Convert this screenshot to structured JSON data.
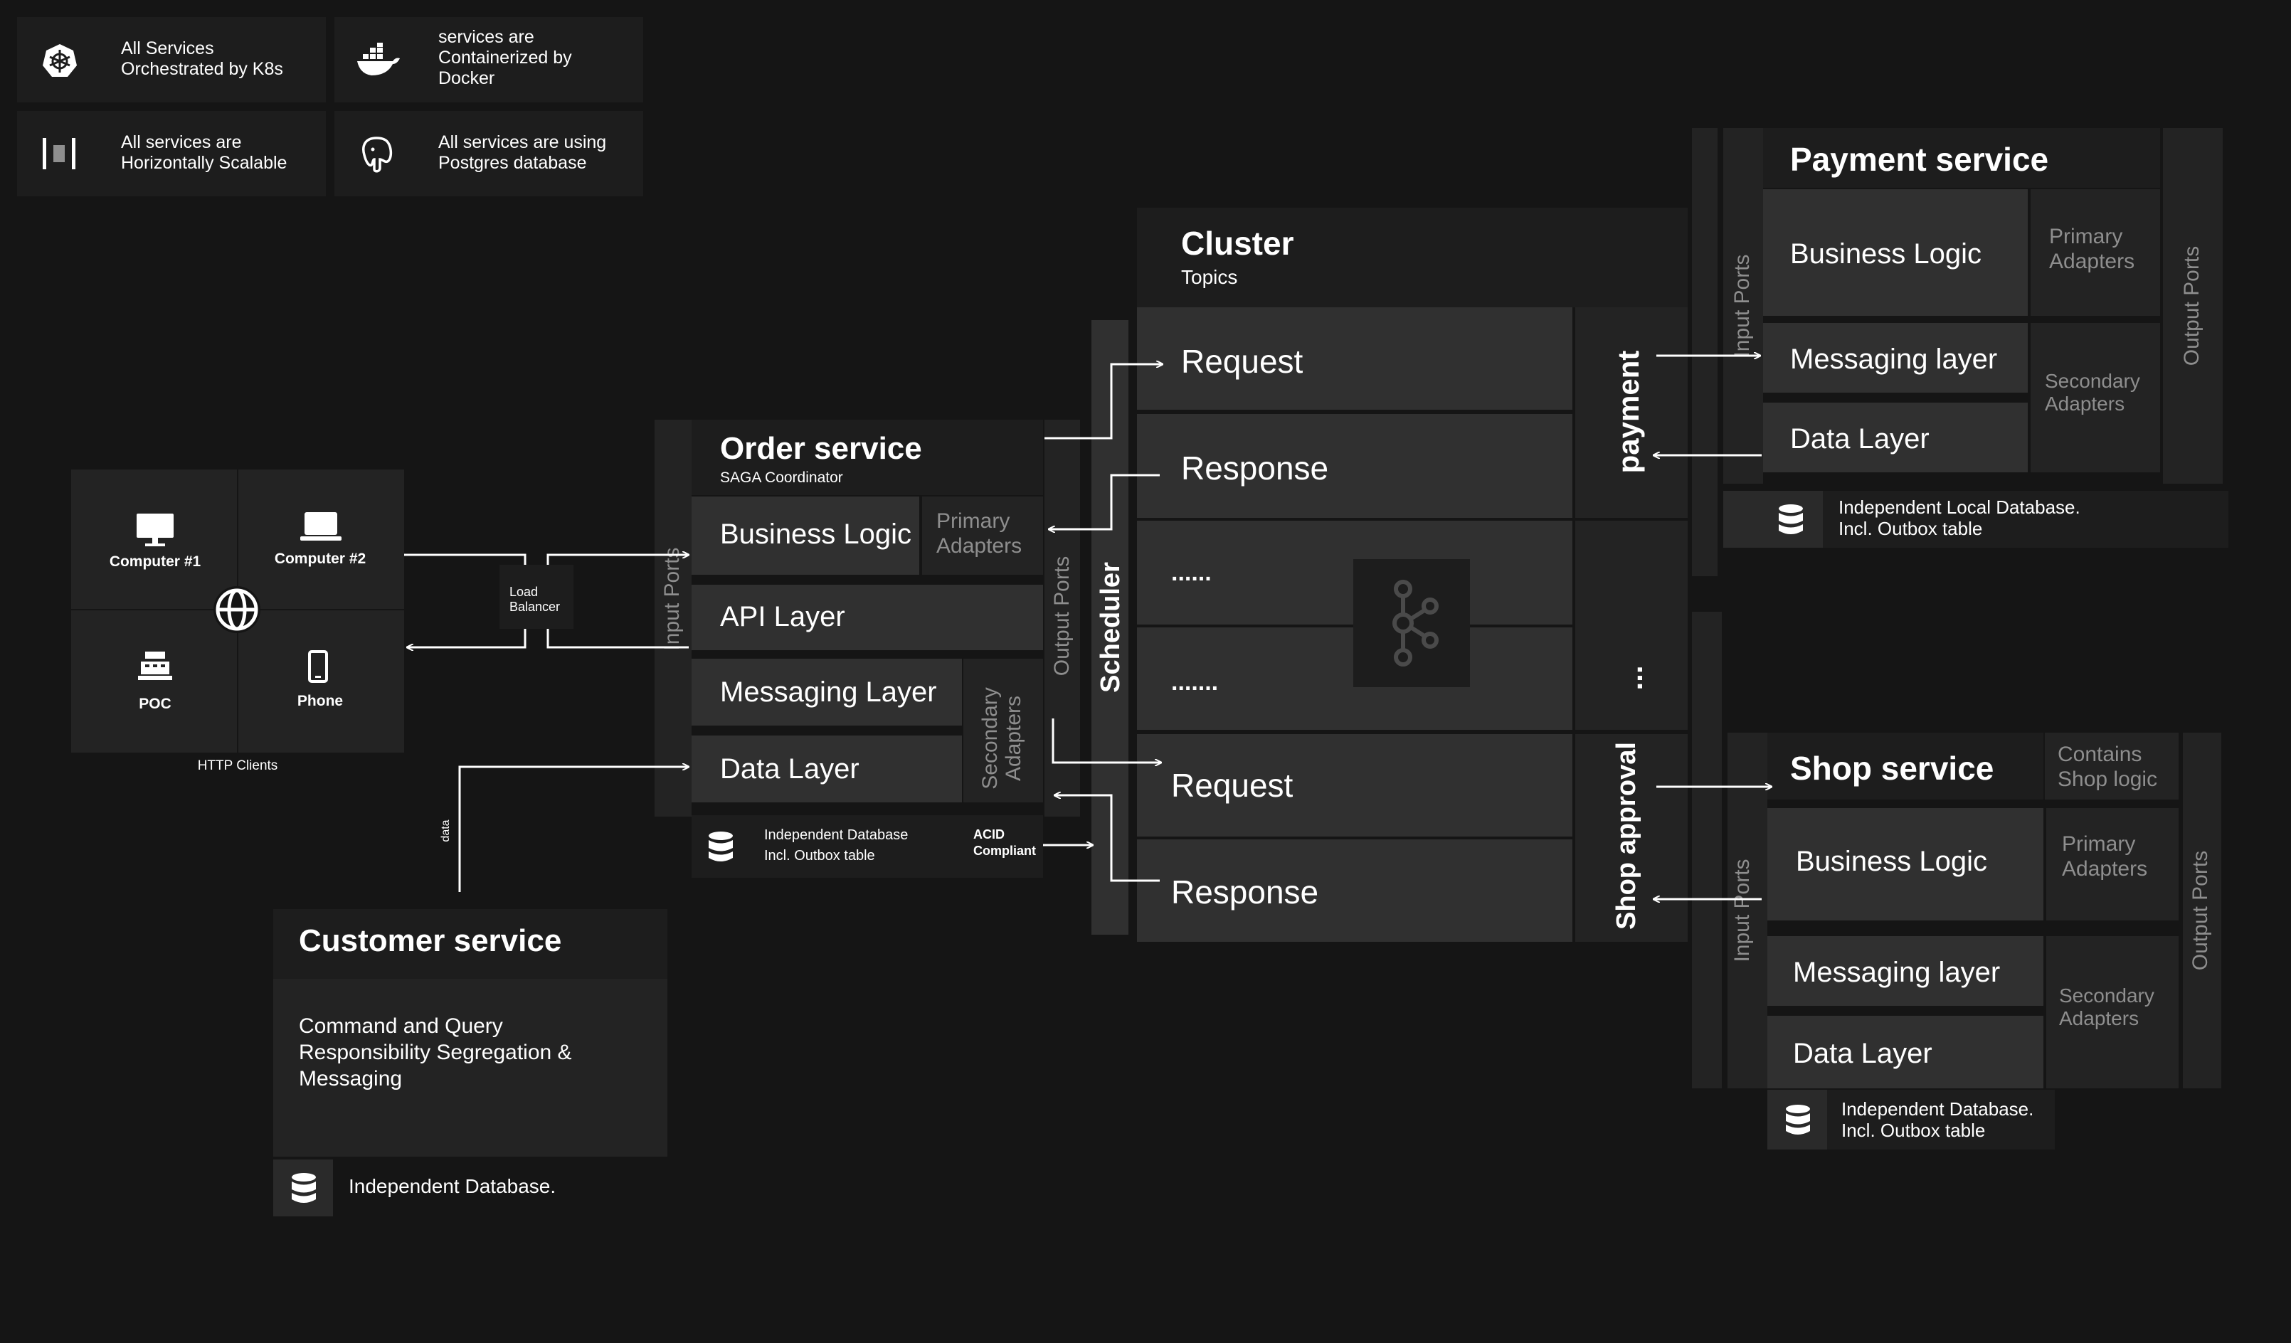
{
  "legend": {
    "k8s": "All Services\nOrchestrated by K8s",
    "docker": "services are\nContainerized by\nDocker",
    "scalable": "All services are\nHorizontally Scalable",
    "postgres": "All services are using\nPostgres database"
  },
  "clients": {
    "computer1": "Computer #1",
    "computer2": "Computer #2",
    "poc": "POC",
    "phone": "Phone",
    "caption": "HTTP Clients"
  },
  "load_balancer": "Load\nBalancer",
  "data_label": "data",
  "customer": {
    "title": "Customer service",
    "description": "Command and Query\nResponsibility Segregation &\nMessaging",
    "db": "Independent Database."
  },
  "order": {
    "title": "Order service",
    "subtitle": "SAGA Coordinator",
    "business": "Business Logic",
    "primary": "Primary\nAdapters",
    "api": "API Layer",
    "messaging": "Messaging Layer",
    "data": "Data Layer",
    "secondary": "Secondary\nAdapters",
    "input_ports": "Input Ports",
    "output_ports": "Output Ports",
    "db": "Independent Database\nIncl. Outbox table",
    "acid": "ACID\nCompliant"
  },
  "scheduler": "Scheduler",
  "cluster": {
    "title": "Cluster",
    "subtitle": "Topics",
    "request1": "Request",
    "response1": "Response",
    "dots1": "......",
    "dots2": ".......",
    "request2": "Request",
    "response2": "Response",
    "payment_topic": "payment",
    "more_topic": "...",
    "shop_topic": "Shop approval"
  },
  "payment": {
    "title": "Payment service",
    "business": "Business Logic",
    "primary": "Primary\nAdapters",
    "messaging": "Messaging layer",
    "secondary": "Secondary\nAdapters",
    "data": "Data Layer",
    "input_ports": "Input Ports",
    "output_ports": "Output Ports",
    "db": "Independent Local Database.\nIncl. Outbox table"
  },
  "shop": {
    "title": "Shop service",
    "contains": "Contains\nShop logic",
    "business": "Business Logic",
    "primary": "Primary\nAdapters",
    "messaging": "Messaging layer",
    "secondary": "Secondary\nAdapters",
    "data": "Data Layer",
    "input_ports": "Input Ports",
    "output_ports": "Output Ports",
    "db": "Independent Database.\nIncl. Outbox table"
  },
  "icons": [
    "kubernetes-icon",
    "docker-icon",
    "scale-icon",
    "postgres-icon",
    "computer-icon",
    "laptop-icon",
    "globe-icon",
    "register-icon",
    "phone-icon",
    "database-icon",
    "kafka-icon"
  ],
  "colors": {
    "background": "#151515",
    "panel": "#1d1d1d",
    "block": "#2a2a2a",
    "block_light": "#363636",
    "text": "#ffffff",
    "muted": "#8e8e8e"
  }
}
